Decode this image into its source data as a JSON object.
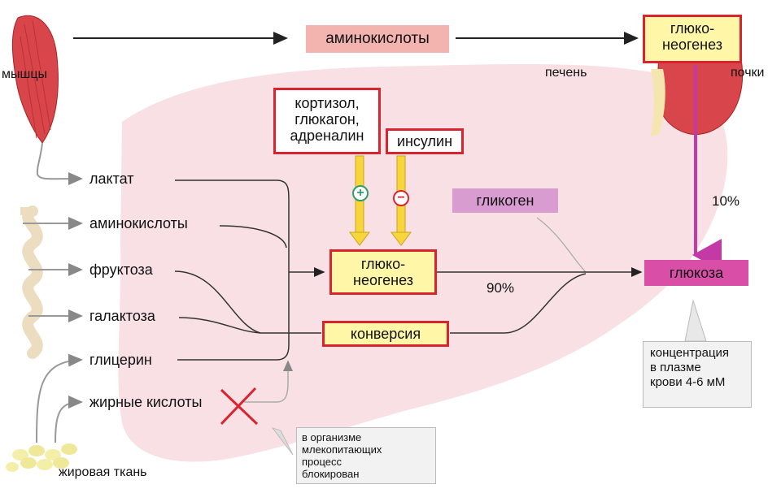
{
  "colors": {
    "liver": "#f7dde1",
    "regulation_box": "#fff6a8",
    "amino_top": "#f3b4b0",
    "glycogen": "#d99cd0",
    "glucose": "#d94fa8",
    "red": "#d9232f",
    "arrow_yellow": "#f6d63c"
  },
  "labels": {
    "muscle": "мышцы",
    "liver": "печень",
    "kidney": "почки",
    "adipose": "жировая ткань"
  },
  "top_flow": {
    "amino": "аминокислоты",
    "gluconeo_kidney_1": "глюко-",
    "gluconeo_kidney_2": "неогенез"
  },
  "substrates": {
    "lactate": "лактат",
    "amino": "аминокислоты",
    "fructose": "фруктоза",
    "galactose": "галактоза",
    "glycerol": "глицерин",
    "fatty_acids": "жирные кислоты"
  },
  "regulators": {
    "stimulators_1": "кортизол,",
    "stimulators_2": "глюкагон,",
    "stimulators_3": "адреналин",
    "stimulate_sign": "+",
    "inhibitor": "инсулин",
    "inhibit_sign": "−"
  },
  "processes": {
    "gluconeo_1": "глюко-",
    "gluconeo_2": "неогенез",
    "conversion": "конверсия",
    "glycogen": "гликоген",
    "glucose": "глюкоза"
  },
  "percent": {
    "liver": "90%",
    "kidney": "10%"
  },
  "concentration_note": {
    "line1": "концентрация",
    "line2": "в плазме",
    "line3": "крови 4-6 мМ"
  },
  "blocked_note": {
    "line1": "в организме",
    "line2": "млекопитающих",
    "line3": "процесс",
    "line4": "блокирован"
  }
}
